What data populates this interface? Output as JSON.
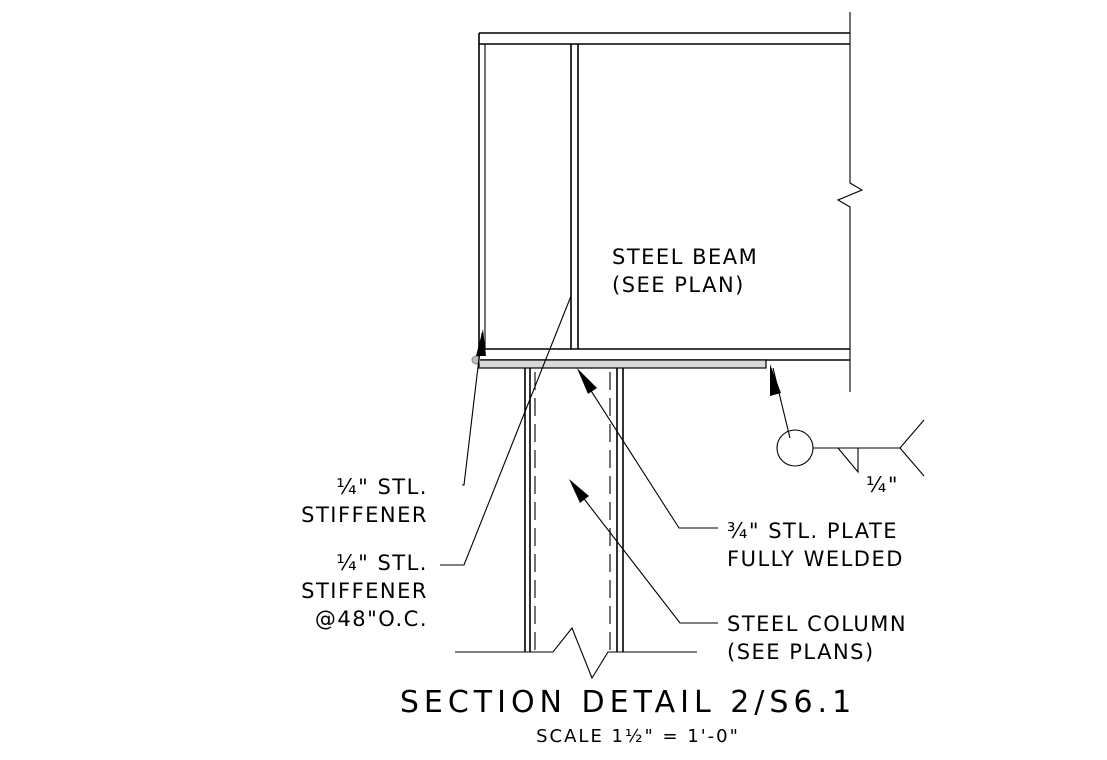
{
  "labels": {
    "beam_line1": "STEEL BEAM",
    "beam_line2": "(SEE PLAN)",
    "stiffener1_line1": "¼\" STL.",
    "stiffener1_line2": "STIFFENER",
    "stiffener2_line1": "¼\" STL.",
    "stiffener2_line2": "STIFFENER",
    "stiffener2_line3": "@48\"O.C.",
    "plate_line1": "¾\" STL. PLATE",
    "plate_line2": "FULLY WELDED",
    "column_line1": "STEEL COLUMN",
    "column_line2": "(SEE PLANS)",
    "weld_size": "¼\""
  },
  "title": {
    "main": "SECTION DETAIL 2/S6.1",
    "scale": "SCALE 1½\" = 1'-0\""
  }
}
